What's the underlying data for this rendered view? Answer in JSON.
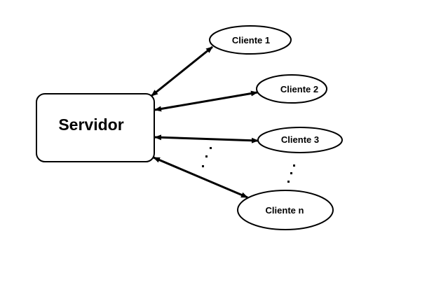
{
  "diagram": {
    "server": {
      "label": "Servidor"
    },
    "clients": [
      {
        "label": "Cliente 1"
      },
      {
        "label": "Cliente 2"
      },
      {
        "label": "Cliente 3"
      },
      {
        "label": "Cliente n"
      }
    ],
    "ellipsis": "...",
    "connection": "bidirectional-arrow"
  },
  "colors": {
    "stroke": "#000000",
    "background": "#ffffff"
  }
}
